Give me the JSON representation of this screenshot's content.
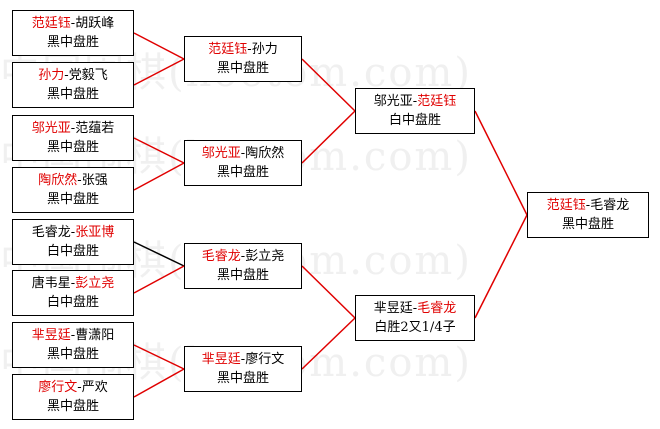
{
  "watermark": "中国围棋(hoetom.com)",
  "colors": {
    "winner": "#e00000",
    "line_win": "#e00000",
    "line_lose": "#000000"
  },
  "matches": [
    {
      "id": "r1m1",
      "result": "黑中盘胜",
      "players": [
        {
          "name": "范廷钰",
          "winner": true
        },
        {
          "name": "胡跃峰",
          "winner": false
        }
      ]
    },
    {
      "id": "r1m2",
      "result": "黑中盘胜",
      "players": [
        {
          "name": "孙力",
          "winner": true
        },
        {
          "name": "党毅飞",
          "winner": false
        }
      ]
    },
    {
      "id": "r1m3",
      "result": "黑中盘胜",
      "players": [
        {
          "name": "邬光亚",
          "winner": true
        },
        {
          "name": "范蕴若",
          "winner": false
        }
      ]
    },
    {
      "id": "r1m4",
      "result": "黑中盘胜",
      "players": [
        {
          "name": "陶欣然",
          "winner": true
        },
        {
          "name": "张强",
          "winner": false
        }
      ]
    },
    {
      "id": "r1m5",
      "result": "白中盘胜",
      "players": [
        {
          "name": "毛睿龙",
          "winner": false
        },
        {
          "name": "张亚博",
          "winner": true
        }
      ]
    },
    {
      "id": "r1m6",
      "result": "白中盘胜",
      "players": [
        {
          "name": "唐韦星",
          "winner": false
        },
        {
          "name": "彭立尧",
          "winner": true
        }
      ]
    },
    {
      "id": "r1m7",
      "result": "黑中盘胜",
      "players": [
        {
          "name": "芈昱廷",
          "winner": true
        },
        {
          "name": "曹潇阳",
          "winner": false
        }
      ]
    },
    {
      "id": "r1m8",
      "result": "黑中盘胜",
      "players": [
        {
          "name": "廖行文",
          "winner": true
        },
        {
          "name": "严欢",
          "winner": false
        }
      ]
    },
    {
      "id": "r2m1",
      "result": "黑中盘胜",
      "players": [
        {
          "name": "范廷钰",
          "winner": true
        },
        {
          "name": "孙力",
          "winner": false
        }
      ]
    },
    {
      "id": "r2m2",
      "result": "黑中盘胜",
      "players": [
        {
          "name": "邬光亚",
          "winner": true
        },
        {
          "name": "陶欣然",
          "winner": false
        }
      ]
    },
    {
      "id": "r2m3",
      "result": "黑中盘胜",
      "players": [
        {
          "name": "毛睿龙",
          "winner": true
        },
        {
          "name": "彭立尧",
          "winner": false
        }
      ]
    },
    {
      "id": "r2m4",
      "result": "黑中盘胜",
      "players": [
        {
          "name": "芈昱廷",
          "winner": true
        },
        {
          "name": "廖行文",
          "winner": false
        }
      ]
    },
    {
      "id": "r3m1",
      "result": "白中盘胜",
      "players": [
        {
          "name": "邬光亚",
          "winner": false
        },
        {
          "name": "范廷钰",
          "winner": true
        }
      ]
    },
    {
      "id": "r3m2",
      "result": "白胜2又1/4子",
      "players": [
        {
          "name": "芈昱廷",
          "winner": false
        },
        {
          "name": "毛睿龙",
          "winner": true
        }
      ]
    },
    {
      "id": "r4m1",
      "result": "黑中盘胜",
      "players": [
        {
          "name": "范廷钰",
          "winner": true
        },
        {
          "name": "毛睿龙",
          "winner": false
        }
      ]
    }
  ],
  "connections": [
    {
      "from": "r1m1",
      "to": "r2m1",
      "win": true
    },
    {
      "from": "r1m2",
      "to": "r2m1",
      "win": true
    },
    {
      "from": "r1m3",
      "to": "r2m2",
      "win": true
    },
    {
      "from": "r1m4",
      "to": "r2m2",
      "win": true
    },
    {
      "from": "r1m5",
      "to": "r2m3",
      "win": false
    },
    {
      "from": "r1m6",
      "to": "r2m3",
      "win": true
    },
    {
      "from": "r1m7",
      "to": "r2m4",
      "win": true
    },
    {
      "from": "r1m8",
      "to": "r2m4",
      "win": true
    },
    {
      "from": "r2m1",
      "to": "r3m1",
      "win": true
    },
    {
      "from": "r2m2",
      "to": "r3m1",
      "win": true
    },
    {
      "from": "r2m3",
      "to": "r3m2",
      "win": true
    },
    {
      "from": "r2m4",
      "to": "r3m2",
      "win": true
    },
    {
      "from": "r3m1",
      "to": "r4m1",
      "win": true
    },
    {
      "from": "r3m2",
      "to": "r4m1",
      "win": true
    }
  ]
}
